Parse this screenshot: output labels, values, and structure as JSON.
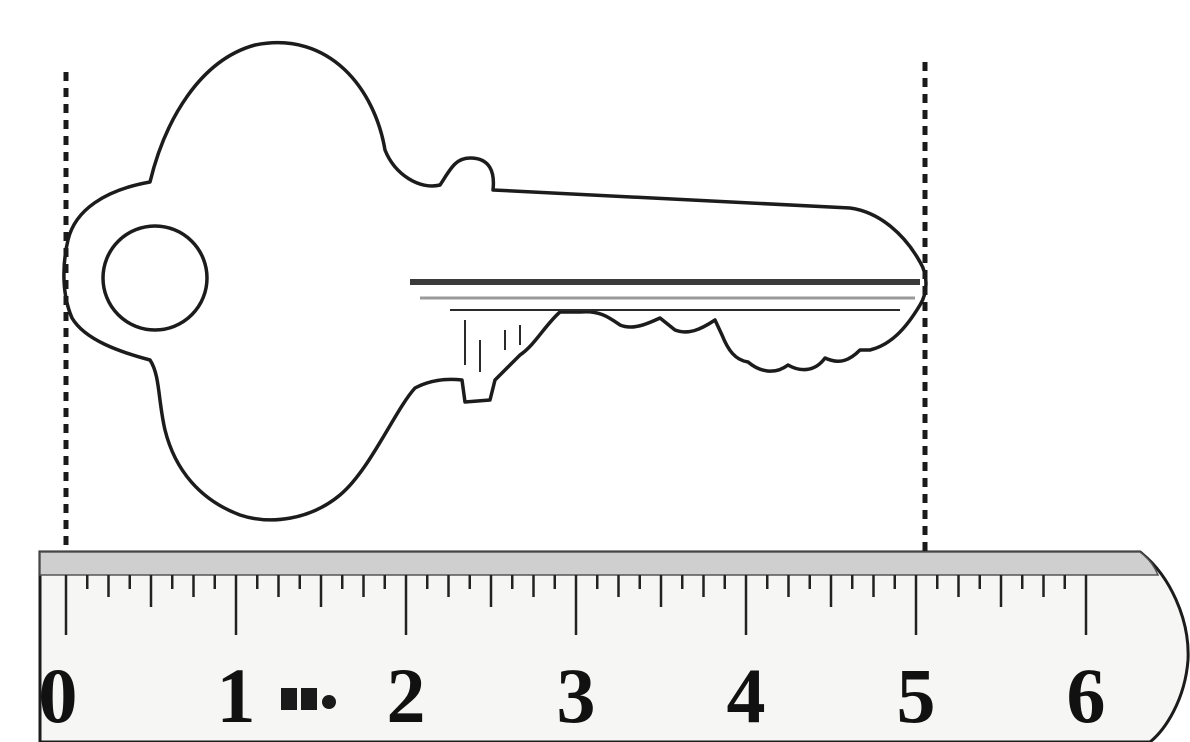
{
  "figure": {
    "subject": "key-measured-with-ruler",
    "ruler": {
      "labels": [
        "0",
        "1",
        "2",
        "3",
        "4",
        "5",
        "6"
      ],
      "unit_text": "in.",
      "ticks_per_unit": 8
    },
    "measurement": {
      "start": 0,
      "end": 5.05
    }
  }
}
